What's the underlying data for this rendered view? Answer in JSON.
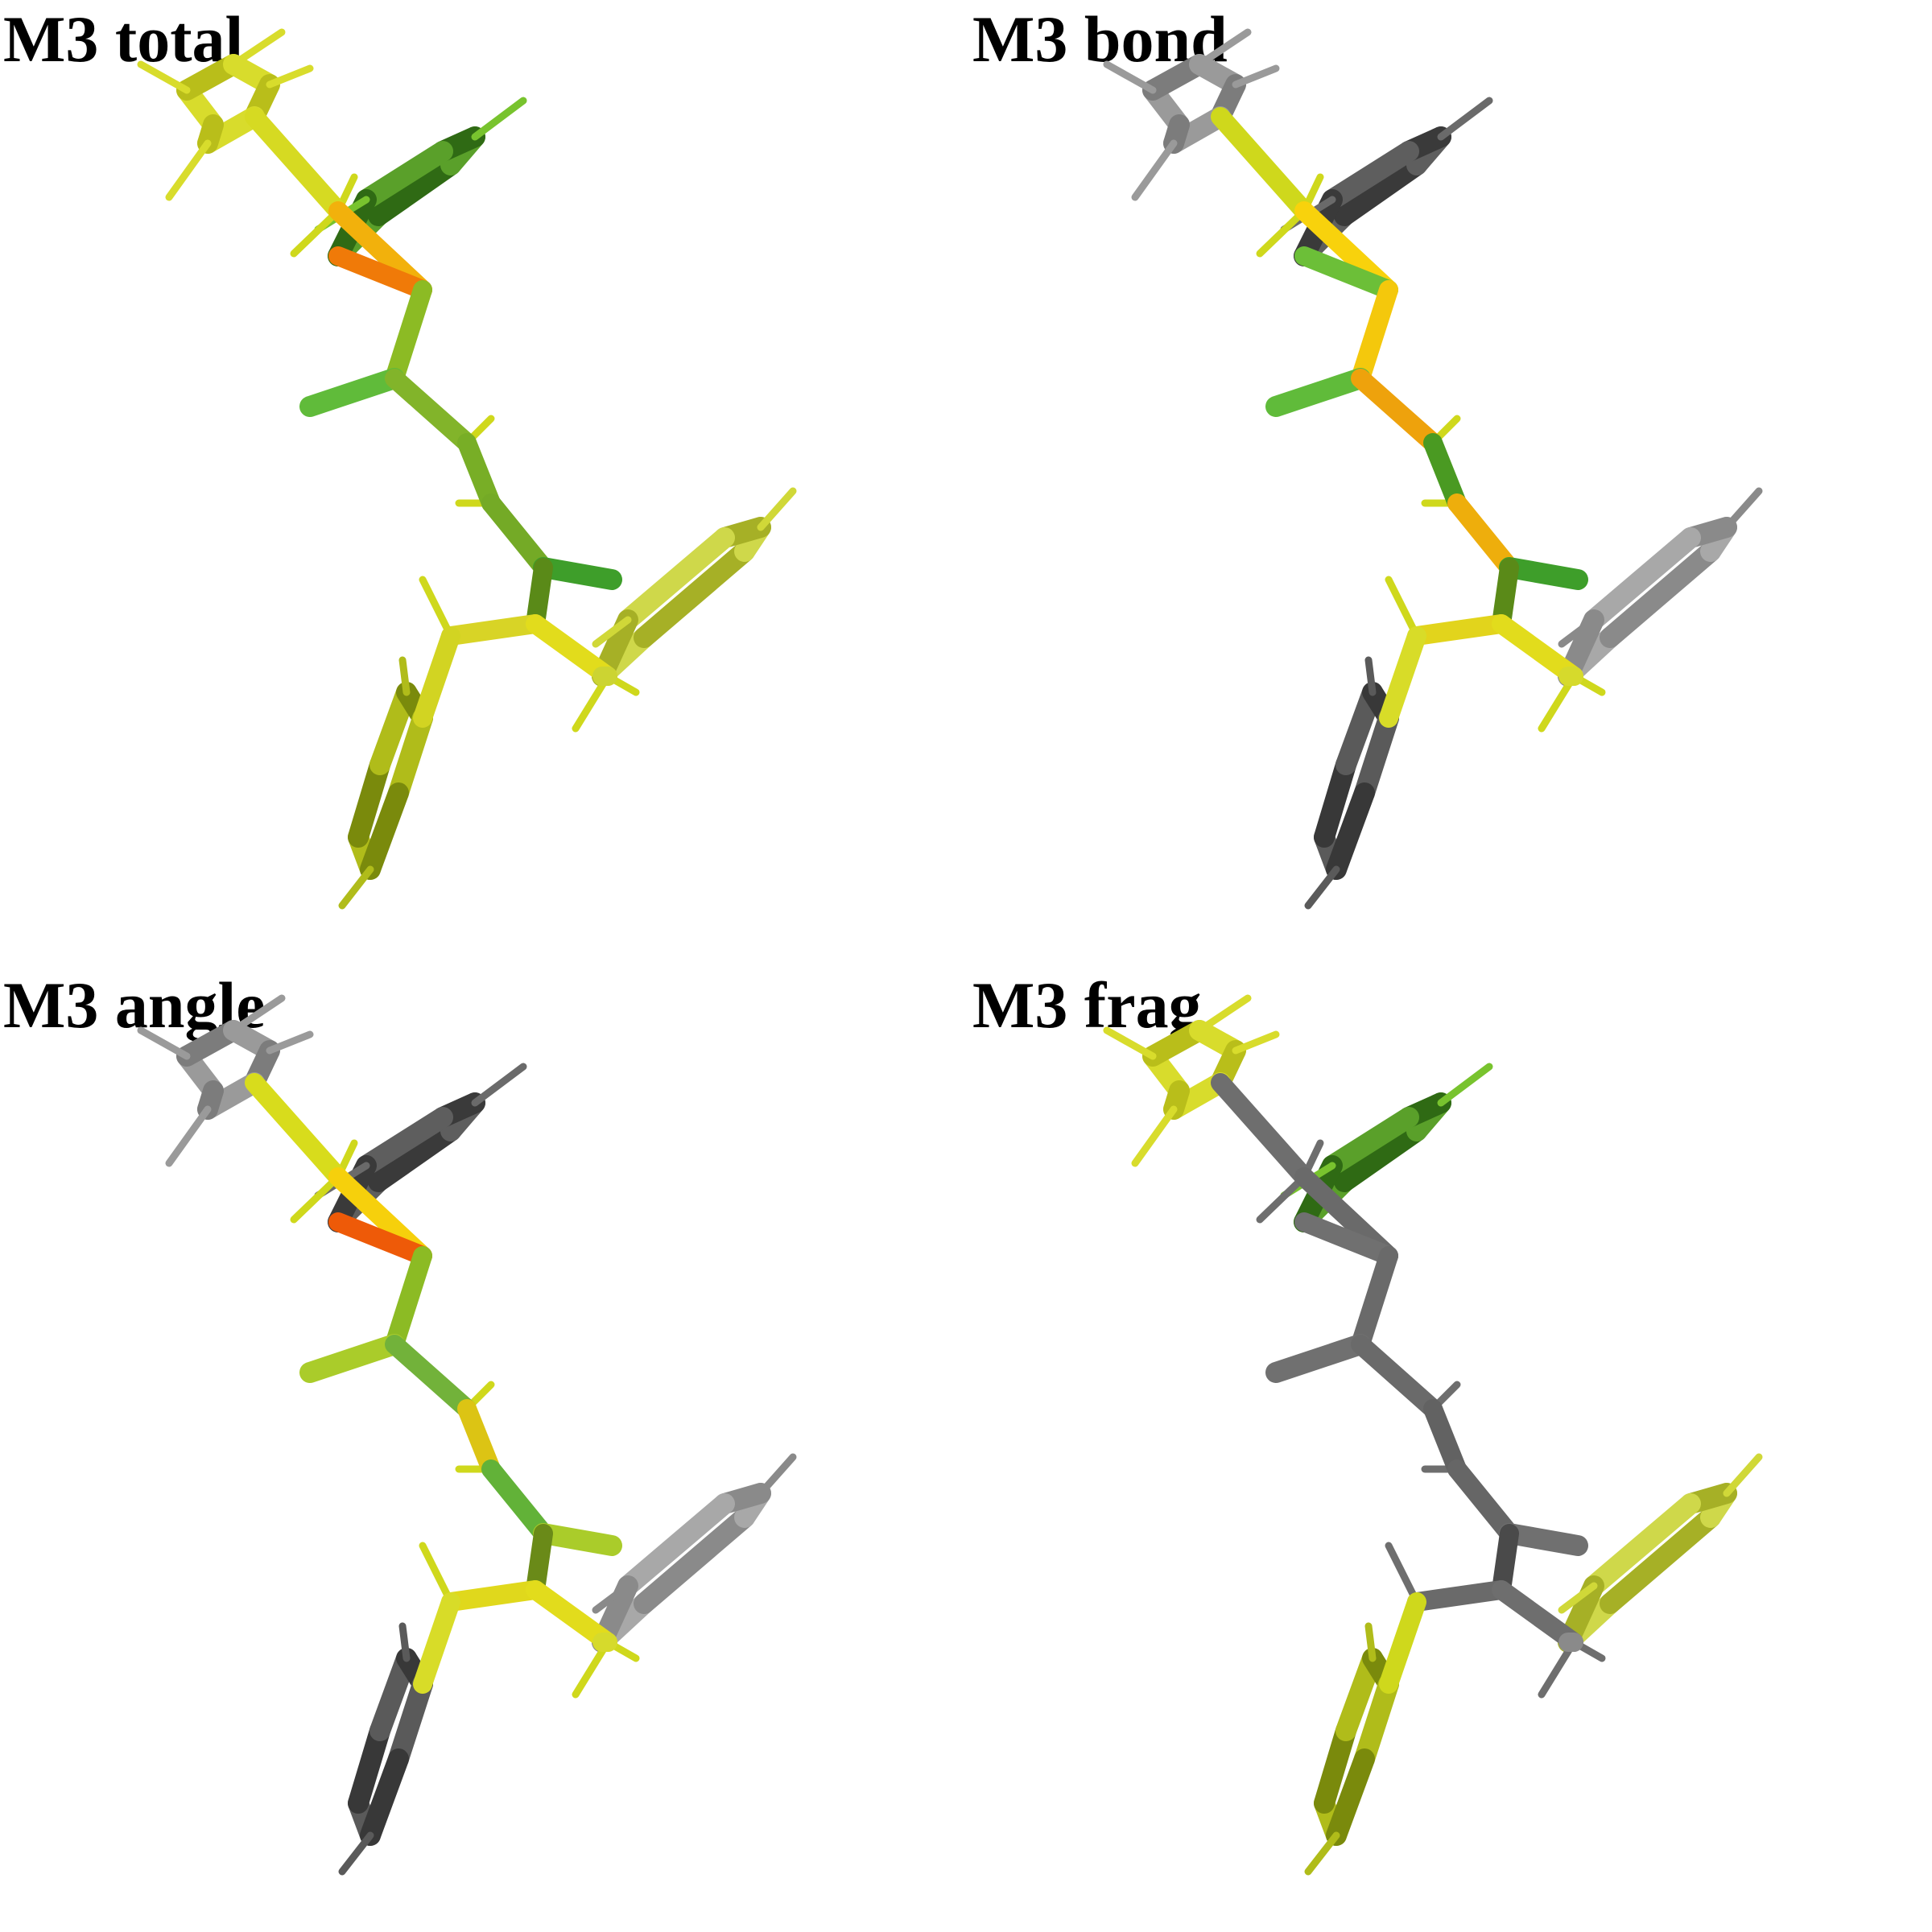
{
  "figure": {
    "panels": [
      {
        "title": "M3 total",
        "colors": {
          "ringTL": "#d8dc2c",
          "ringTLdark": "#b9be1a",
          "ringTR": "#5aa02a",
          "ringTRdark": "#2f6a14",
          "ringBL": "#b0bc1a",
          "ringBLdark": "#7a8a0c",
          "ringBR": "#cfd84a",
          "ringBRdark": "#a6b026",
          "b_ring_ch2": "#d6da22",
          "b_ch2_cc": "#f2b10c",
          "b_cc_ringTR": "#f07a08",
          "b_cc_ca": "#8cbb24",
          "b_ca_o1": "#60bb3a",
          "b_ca_cb": "#82b42a",
          "b_cb_cc2": "#78ae26",
          "b_cc2_cd": "#74aa26",
          "b_cd_o2": "#3e9e2a",
          "b_cd_ce": "#5a8a18",
          "b_ce_cf": "#d8d426",
          "b_ce_cg": "#e2dc1c",
          "b_cf_ringBL": "#d2d422",
          "b_cg_ringBR": "#ccd432",
          "hydrogen": "#cfd81c",
          "hTR": "#78c32e",
          "hBR": "#d0d838"
        }
      },
      {
        "title": "M3 bond",
        "colors": {
          "ringTL": "#9a9a9a",
          "ringTLdark": "#7c7c7c",
          "ringTR": "#5e5e5e",
          "ringTRdark": "#3a3a3a",
          "ringBL": "#5a5a5a",
          "ringBLdark": "#383838",
          "ringBR": "#a8a8a8",
          "ringBRdark": "#8a8a8a",
          "b_ring_ch2": "#cfd81c",
          "b_ch2_cc": "#f8d20c",
          "b_cc_ringTR": "#6cbf38",
          "b_cc_ca": "#f4c80c",
          "b_ca_o1": "#60bb3a",
          "b_ca_cb": "#eea20c",
          "b_cb_cc2": "#4a9a22",
          "b_cc2_cd": "#eeae0c",
          "b_cd_o2": "#3e9e2a",
          "b_cd_ce": "#5a8a18",
          "b_ce_cf": "#e2d41c",
          "b_ce_cg": "#e2dc1c",
          "b_cf_ringBL": "#d8dc28",
          "b_cg_ringBR": "#d6da2c",
          "hydrogen": "#cfd81c",
          "hTR": "#6a6a6a",
          "hBR": "#8a8a8a"
        }
      },
      {
        "title": "M3 angle",
        "colors": {
          "ringTL": "#9a9a9a",
          "ringTLdark": "#7c7c7c",
          "ringTR": "#5e5e5e",
          "ringTRdark": "#3a3a3a",
          "ringBL": "#5a5a5a",
          "ringBLdark": "#383838",
          "ringBR": "#a8a8a8",
          "ringBRdark": "#8a8a8a",
          "b_ring_ch2": "#d8dc1c",
          "b_ch2_cc": "#f6d00c",
          "b_cc_ringTR": "#ee5a08",
          "b_cc_ca": "#8cbb24",
          "b_ca_o1": "#aacc2a",
          "b_ca_cb": "#72b23a",
          "b_cb_cc2": "#dcc414",
          "b_cc2_cd": "#62b238",
          "b_cd_o2": "#aacc2a",
          "b_cd_ce": "#6a8a18",
          "b_ce_cf": "#e0d81c",
          "b_ce_cg": "#e2dc1c",
          "b_cf_ringBL": "#d8dc28",
          "b_cg_ringBR": "#d6da2c",
          "hydrogen": "#cfd81c",
          "hTR": "#6a6a6a",
          "hBR": "#8a8a8a"
        }
      },
      {
        "title": "M3 frag",
        "colors": {
          "ringTL": "#d8dc2c",
          "ringTLdark": "#b9be1a",
          "ringTR": "#5aa02a",
          "ringTRdark": "#2f6a14",
          "ringBL": "#b0bc1a",
          "ringBLdark": "#7a8a0c",
          "ringBR": "#cfd84a",
          "ringBRdark": "#a6b026",
          "b_ring_ch2": "#6e6e6e",
          "b_ch2_cc": "#6a6a6a",
          "b_cc_ringTR": "#707070",
          "b_cc_ca": "#6a6a6a",
          "b_ca_o1": "#707070",
          "b_ca_cb": "#6a6a6a",
          "b_cb_cc2": "#626262",
          "b_cc2_cd": "#666666",
          "b_cd_o2": "#707070",
          "b_cd_ce": "#4a4a4a",
          "b_ce_cf": "#6a6a6a",
          "b_ce_cg": "#6e6e6e",
          "b_cf_ringBL": "#cfd81c",
          "b_cg_ringBR": "#8a8a8a",
          "hydrogen": "#6e6e6e",
          "hTR": "#78c32e",
          "hBR": "#d0d838"
        }
      }
    ]
  }
}
